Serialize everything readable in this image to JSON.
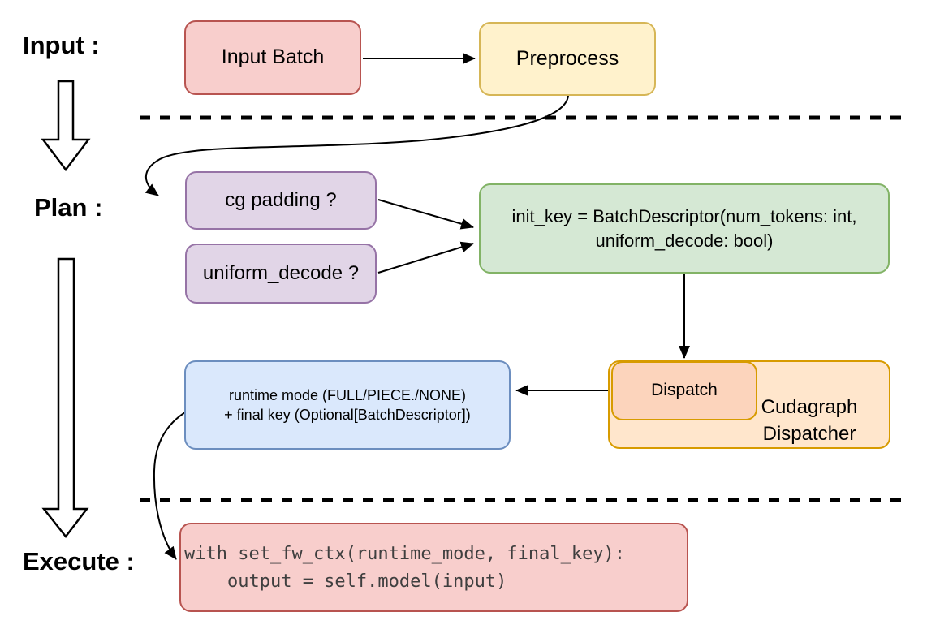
{
  "title": "Cudagraph dispatching flow diagram",
  "stages": {
    "input_label": "Input :",
    "plan_label": "Plan :",
    "execute_label": "Execute :"
  },
  "nodes": {
    "input_batch": {
      "label": "Input Batch"
    },
    "preprocess": {
      "label": "Preprocess"
    },
    "cg_padding": {
      "label": "cg padding ?"
    },
    "uniform_decode": {
      "label": "uniform_decode ?"
    },
    "init_key": {
      "line1": "init_key = BatchDescriptor(num_tokens: int,",
      "line2": "uniform_decode: bool)"
    },
    "dispatch": {
      "label": "Dispatch"
    },
    "cudagraph_dispatcher": {
      "line1": "Cudagraph",
      "line2": "Dispatcher"
    },
    "runtime_result": {
      "line1": "runtime mode (FULL/PIECE./NONE)",
      "line2": "+ final key (Optional[BatchDescriptor])"
    },
    "execute_code": {
      "line1": "with set_fw_ctx(runtime_mode, final_key):",
      "line2": "    output = self.model(input)"
    }
  },
  "edges": [
    {
      "from": "input_batch",
      "to": "preprocess"
    },
    {
      "from": "preprocess",
      "to": "cg_padding"
    },
    {
      "from": "cg_padding",
      "to": "init_key"
    },
    {
      "from": "uniform_decode",
      "to": "init_key"
    },
    {
      "from": "init_key",
      "to": "dispatch"
    },
    {
      "from": "dispatch",
      "to": "runtime_result"
    },
    {
      "from": "runtime_result",
      "to": "execute_code"
    }
  ],
  "colors": {
    "red_fill": "#f8cecc",
    "red_border": "#b85450",
    "yellow_fill": "#fff2cc",
    "yellow_border": "#d6b656",
    "purple_fill": "#e1d5e7",
    "purple_border": "#9673a6",
    "green_fill": "#d5e8d4",
    "green_border": "#82b366",
    "blue_fill": "#dae8fc",
    "blue_border": "#6c8ebf",
    "orange_outer_fill": "#ffe6cc",
    "orange_inner_fill": "#fcd4bc",
    "orange_border": "#d79b00",
    "line": "#000000",
    "code_text": "#3f3f3f"
  }
}
